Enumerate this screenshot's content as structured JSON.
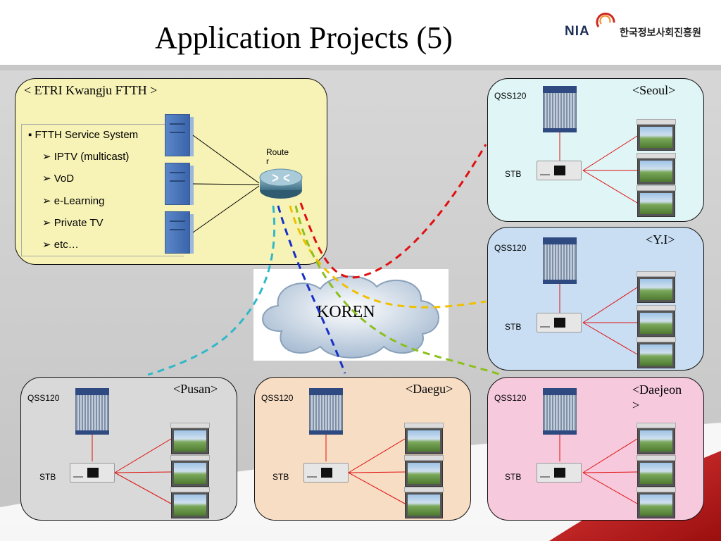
{
  "title": "Application Projects (5)",
  "logo": {
    "brand": "NIA",
    "org_korean": "한국정보사회진흥원"
  },
  "etri": {
    "label": "< ETRI Kwangju FTTH >",
    "heading": "FTTH Service System",
    "items": [
      "IPTV (multicast)",
      "VoD",
      "e-Learning",
      "Private TV",
      "etc…"
    ],
    "router_label": "Route\nr"
  },
  "cloud_label": "KOREN",
  "device_labels": {
    "qss": "QSS120",
    "stb": "STB"
  },
  "sites": {
    "seoul": "<Seoul>",
    "yi": "<Y.I>",
    "pusan": "<Pusan>",
    "daegu": "<Daegu>",
    "daejeon": "<Daejeon\n>"
  },
  "colors": {
    "etri_fill": "#f7f3b6",
    "seoul_fill": "#e0f5f6",
    "yi_fill": "#c9def3",
    "pusan_fill": "#d9d9d9",
    "daegu_fill": "#f7ddc4",
    "daejeon_fill": "#f6c9dd",
    "link_red": "#e01010",
    "link_blue": "#1830c8",
    "link_cyan": "#30b8c8",
    "link_yellow": "#f0c000",
    "link_green": "#8cc020"
  }
}
